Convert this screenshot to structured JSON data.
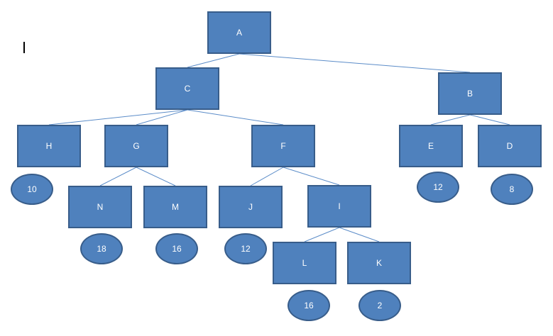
{
  "colors": {
    "fill": "#4f81bd",
    "stroke": "#385d8a",
    "edge": "#5b8cc8",
    "text": "#ffffff"
  },
  "nodes": {
    "A": "A",
    "B": "B",
    "C": "C",
    "D": "D",
    "E": "E",
    "F": "F",
    "G": "G",
    "H": "H",
    "I": "I",
    "J": "J",
    "K": "K",
    "L": "L",
    "M": "M",
    "N": "N"
  },
  "leaf_values": {
    "H": "10",
    "N": "18",
    "M": "16",
    "J": "12",
    "L": "16",
    "K": "2",
    "E": "12",
    "D": "8"
  },
  "edges": [
    [
      "A",
      "C"
    ],
    [
      "A",
      "B"
    ],
    [
      "C",
      "H"
    ],
    [
      "C",
      "G"
    ],
    [
      "C",
      "F"
    ],
    [
      "G",
      "N"
    ],
    [
      "G",
      "M"
    ],
    [
      "F",
      "J"
    ],
    [
      "F",
      "I"
    ],
    [
      "I",
      "L"
    ],
    [
      "I",
      "K"
    ],
    [
      "B",
      "E"
    ],
    [
      "B",
      "D"
    ]
  ]
}
